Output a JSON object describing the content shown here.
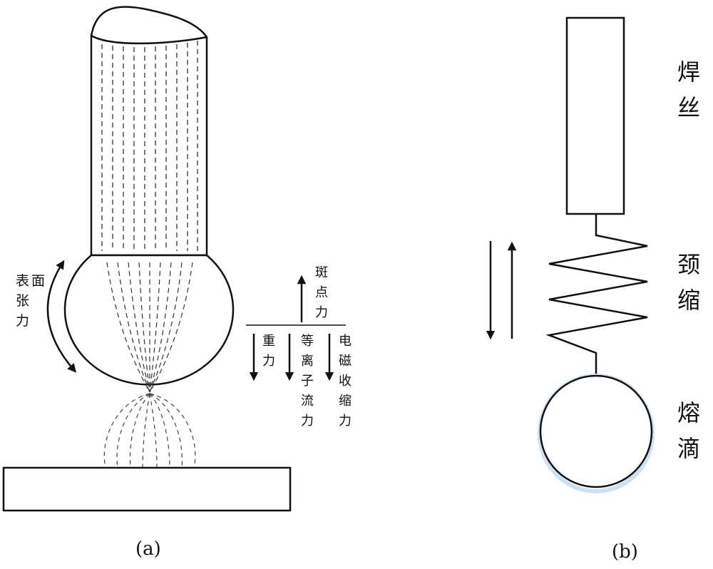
{
  "panel_a": {
    "caption": "(a)",
    "surface_tension": [
      "表",
      "面",
      "张",
      "力"
    ],
    "spot_force": [
      "斑",
      "点",
      "力"
    ],
    "gravity": [
      "重",
      "力"
    ],
    "plasma_flow_force": [
      "等",
      "离",
      "子",
      "流",
      "力"
    ],
    "electromagnetic_contraction_force": [
      "电",
      "磁",
      "收",
      "缩",
      "力"
    ]
  },
  "panel_b": {
    "caption": "(b)",
    "wire_label": [
      "焊",
      "丝"
    ],
    "neck_label": [
      "颈",
      "缩"
    ],
    "droplet_label": [
      "熔",
      "滴"
    ]
  },
  "colors": {
    "line": "#111111",
    "glow": "#cfe0f2"
  }
}
